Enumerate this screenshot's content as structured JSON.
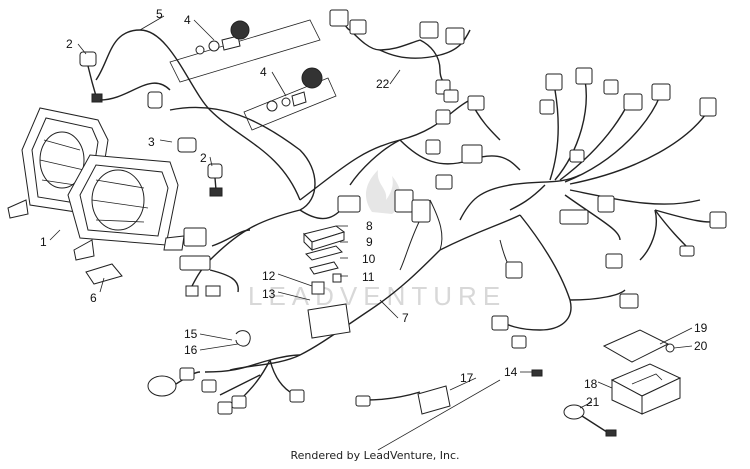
{
  "callouts": [
    {
      "id": "c1",
      "text": "1"
    },
    {
      "id": "c2a",
      "text": "2"
    },
    {
      "id": "c2b",
      "text": "2"
    },
    {
      "id": "c3",
      "text": "3"
    },
    {
      "id": "c4a",
      "text": "4"
    },
    {
      "id": "c4b",
      "text": "4"
    },
    {
      "id": "c5",
      "text": "5"
    },
    {
      "id": "c6",
      "text": "6"
    },
    {
      "id": "c7",
      "text": "7"
    },
    {
      "id": "c8",
      "text": "8"
    },
    {
      "id": "c9",
      "text": "9"
    },
    {
      "id": "c10",
      "text": "10"
    },
    {
      "id": "c11",
      "text": "11"
    },
    {
      "id": "c12",
      "text": "12"
    },
    {
      "id": "c13",
      "text": "13"
    },
    {
      "id": "c14",
      "text": "14"
    },
    {
      "id": "c15",
      "text": "15"
    },
    {
      "id": "c16",
      "text": "16"
    },
    {
      "id": "c17",
      "text": "17"
    },
    {
      "id": "c18",
      "text": "18"
    },
    {
      "id": "c19",
      "text": "19"
    },
    {
      "id": "c20",
      "text": "20"
    },
    {
      "id": "c21",
      "text": "21"
    },
    {
      "id": "c22",
      "text": "22"
    }
  ],
  "watermark": {
    "brand": "LEADVENTURE",
    "logo_icon": "flame-icon"
  },
  "footer": {
    "text": "Rendered by LeadVenture, Inc."
  }
}
